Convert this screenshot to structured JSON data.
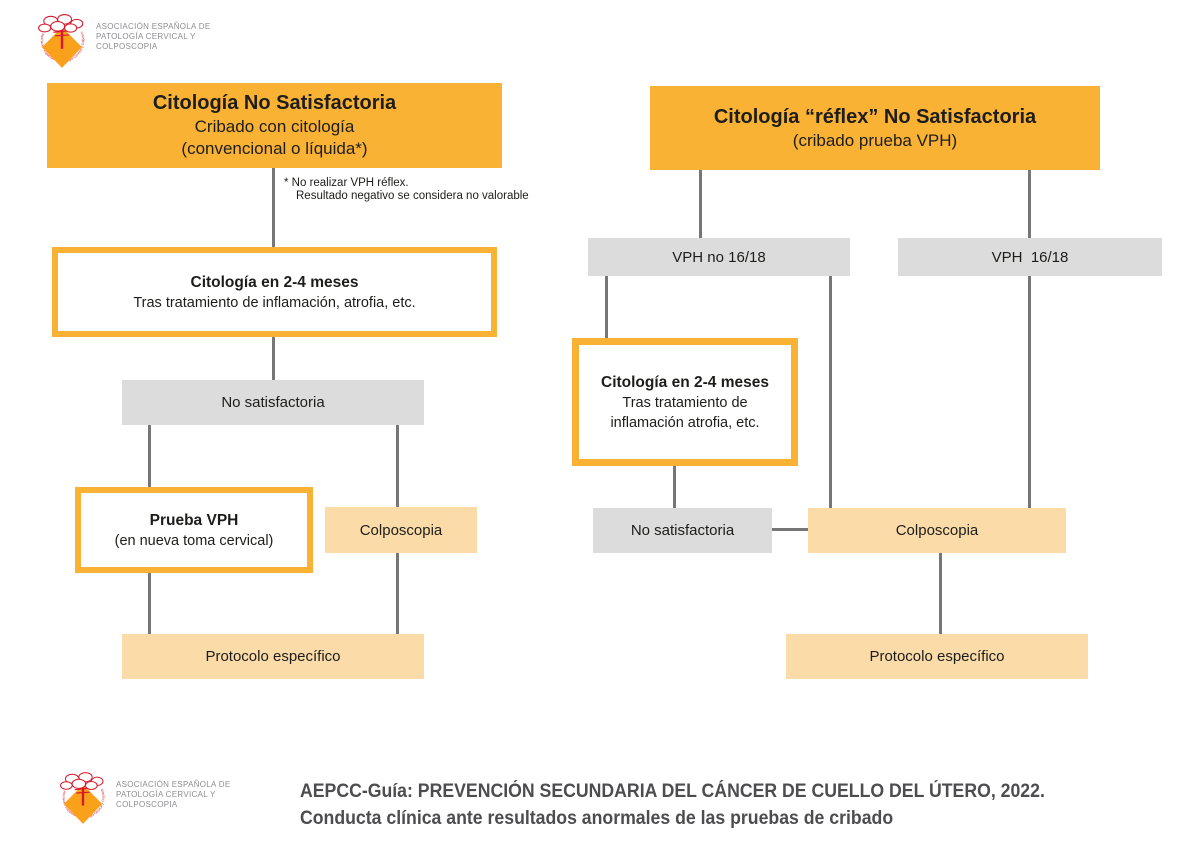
{
  "logo": {
    "arc_text": "Asociación Española de Patología Cervical y Colposcopia",
    "org_lines": [
      "ASOCIACIÓN ESPAÑOLA DE",
      "PATOLOGÍA CERVICAL Y",
      "COLPOSCOPIA"
    ]
  },
  "colors": {
    "header_orange": "#F9B233",
    "outline_orange": "#F9B233",
    "peach": "#FBDBA8",
    "gray_box": "#DCDCDC",
    "connector_gray": "#767676",
    "text_dark": "#1D1D1B",
    "caption_gray": "#4D4D4F",
    "logo_red": "#D7182A",
    "logo_orange": "#F9A11B"
  },
  "left_flow": {
    "header": {
      "title": "Citología No Satisfactoria",
      "subtitle_line1": "Cribado con citología",
      "subtitle_line2": "(convencional o líquida*)"
    },
    "footnote": {
      "line1": "* No realizar VPH réflex.",
      "line2": "Resultado negativo se considera no valorable"
    },
    "cytology_box": {
      "title": "Citología en 2-4 meses",
      "subtitle": "Tras tratamiento de inflamación, atrofia, etc."
    },
    "unsatisfactory_label": "No satisfactoria",
    "hpv_test_box": {
      "title": "Prueba VPH",
      "subtitle": "(en nueva toma cervical)"
    },
    "colposcopy_label": "Colposcopia",
    "protocol_label": "Protocolo específico"
  },
  "right_flow": {
    "header": {
      "title": "Citología “réflex” No Satisfactoria",
      "subtitle": "(cribado prueba VPH)"
    },
    "hpv_non16_18_label": "VPH no 16/18",
    "hpv16_18_label": "VPH  16/18",
    "cytology_box": {
      "title": "Citología en 2-4 meses",
      "subtitle_line1": "Tras tratamiento de",
      "subtitle_line2": "inflamación atrofia, etc."
    },
    "unsatisfactory_label": "No satisfactoria",
    "colposcopy_label": "Colposcopia",
    "protocol_label": "Protocolo específico"
  },
  "footer": {
    "caption_line1": "AEPCC-Guía: PREVENCIÓN SECUNDARIA DEL CÁNCER DE CUELLO DEL ÚTERO, 2022.",
    "caption_line2": "Conducta clínica ante resultados anormales de las pruebas de cribado"
  }
}
